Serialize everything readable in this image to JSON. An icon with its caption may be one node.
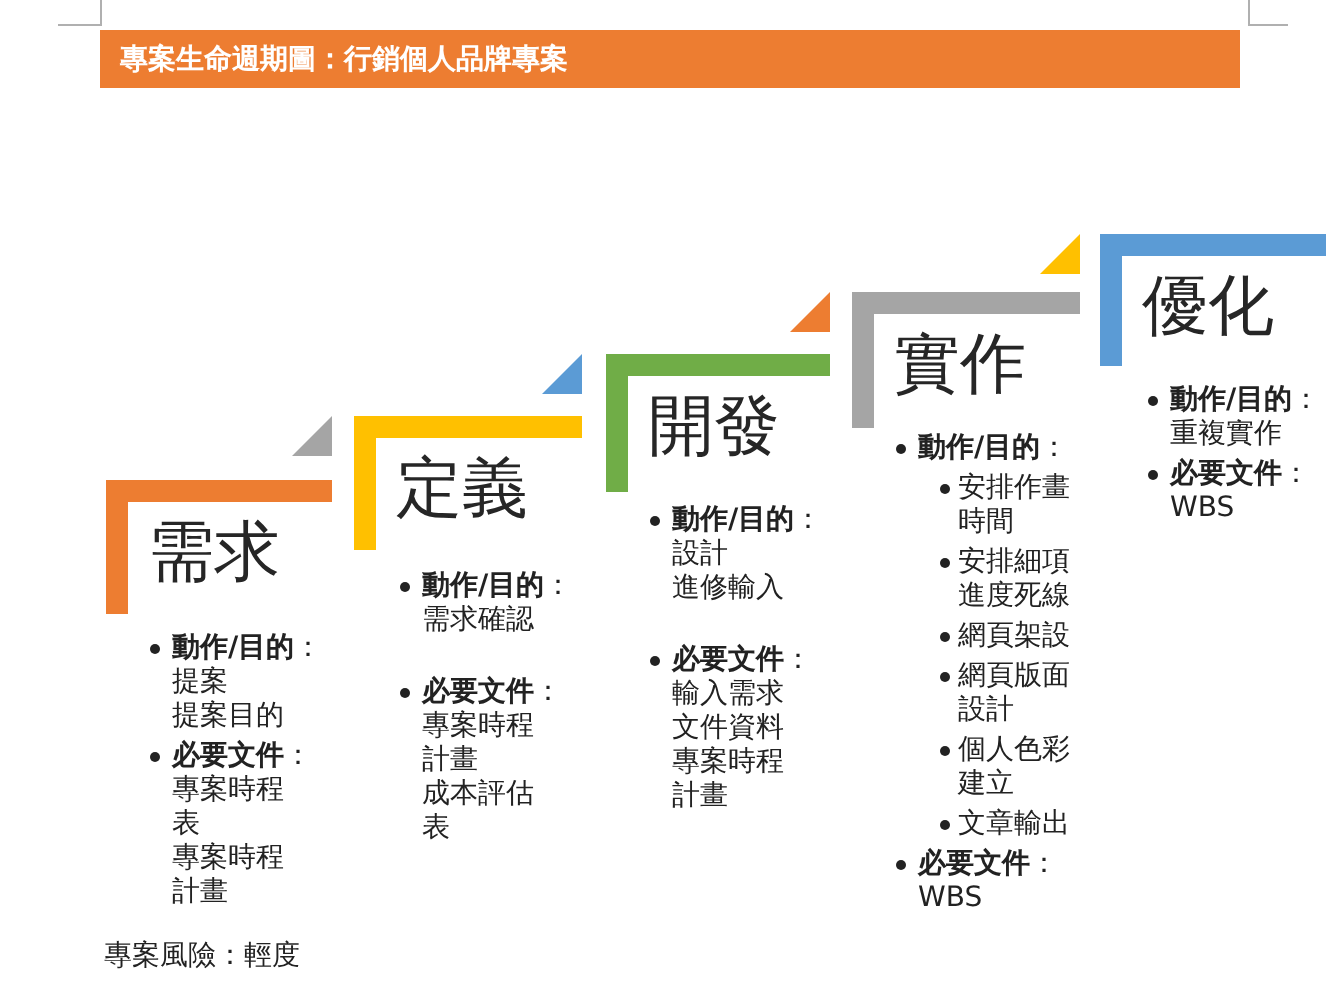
{
  "diagram": {
    "title": "專案生命週期圖：行銷個人品牌專案",
    "nodes": [
      {
        "text": [
          "需求",
          "**動作/目的**：",
          "提案",
          "提案目的",
          "**必要文件**：",
          "專案時程表",
          "專案時程計畫"
        ]
      },
      {
        "text": [
          "定義",
          "**動作/目的**：",
          "需求確認",
          "**必要文件**：",
          "專案時程計畫",
          "成本評估表"
        ]
      },
      {
        "text": [
          "開發",
          "**動作/目的**：",
          "設計",
          "進修輸入",
          "**必要文件**：",
          "輸入需求文件資料",
          "專案時程計畫"
        ]
      },
      {
        "text": [
          "實作",
          "**動作/目的**：",
          "安排作畫時間",
          "安排細項進度死線",
          "網頁架設",
          "網頁版面設計",
          "個人色彩建立",
          "文章輸出",
          "**必要文件**：",
          "WBS"
        ]
      },
      {
        "text": [
          "優化",
          "**動作/目的**：",
          "重複實作",
          "**必要文件**：",
          "WBS"
        ]
      }
    ],
    "labels": [
      "專案風險：輕度"
    ]
  }
}
